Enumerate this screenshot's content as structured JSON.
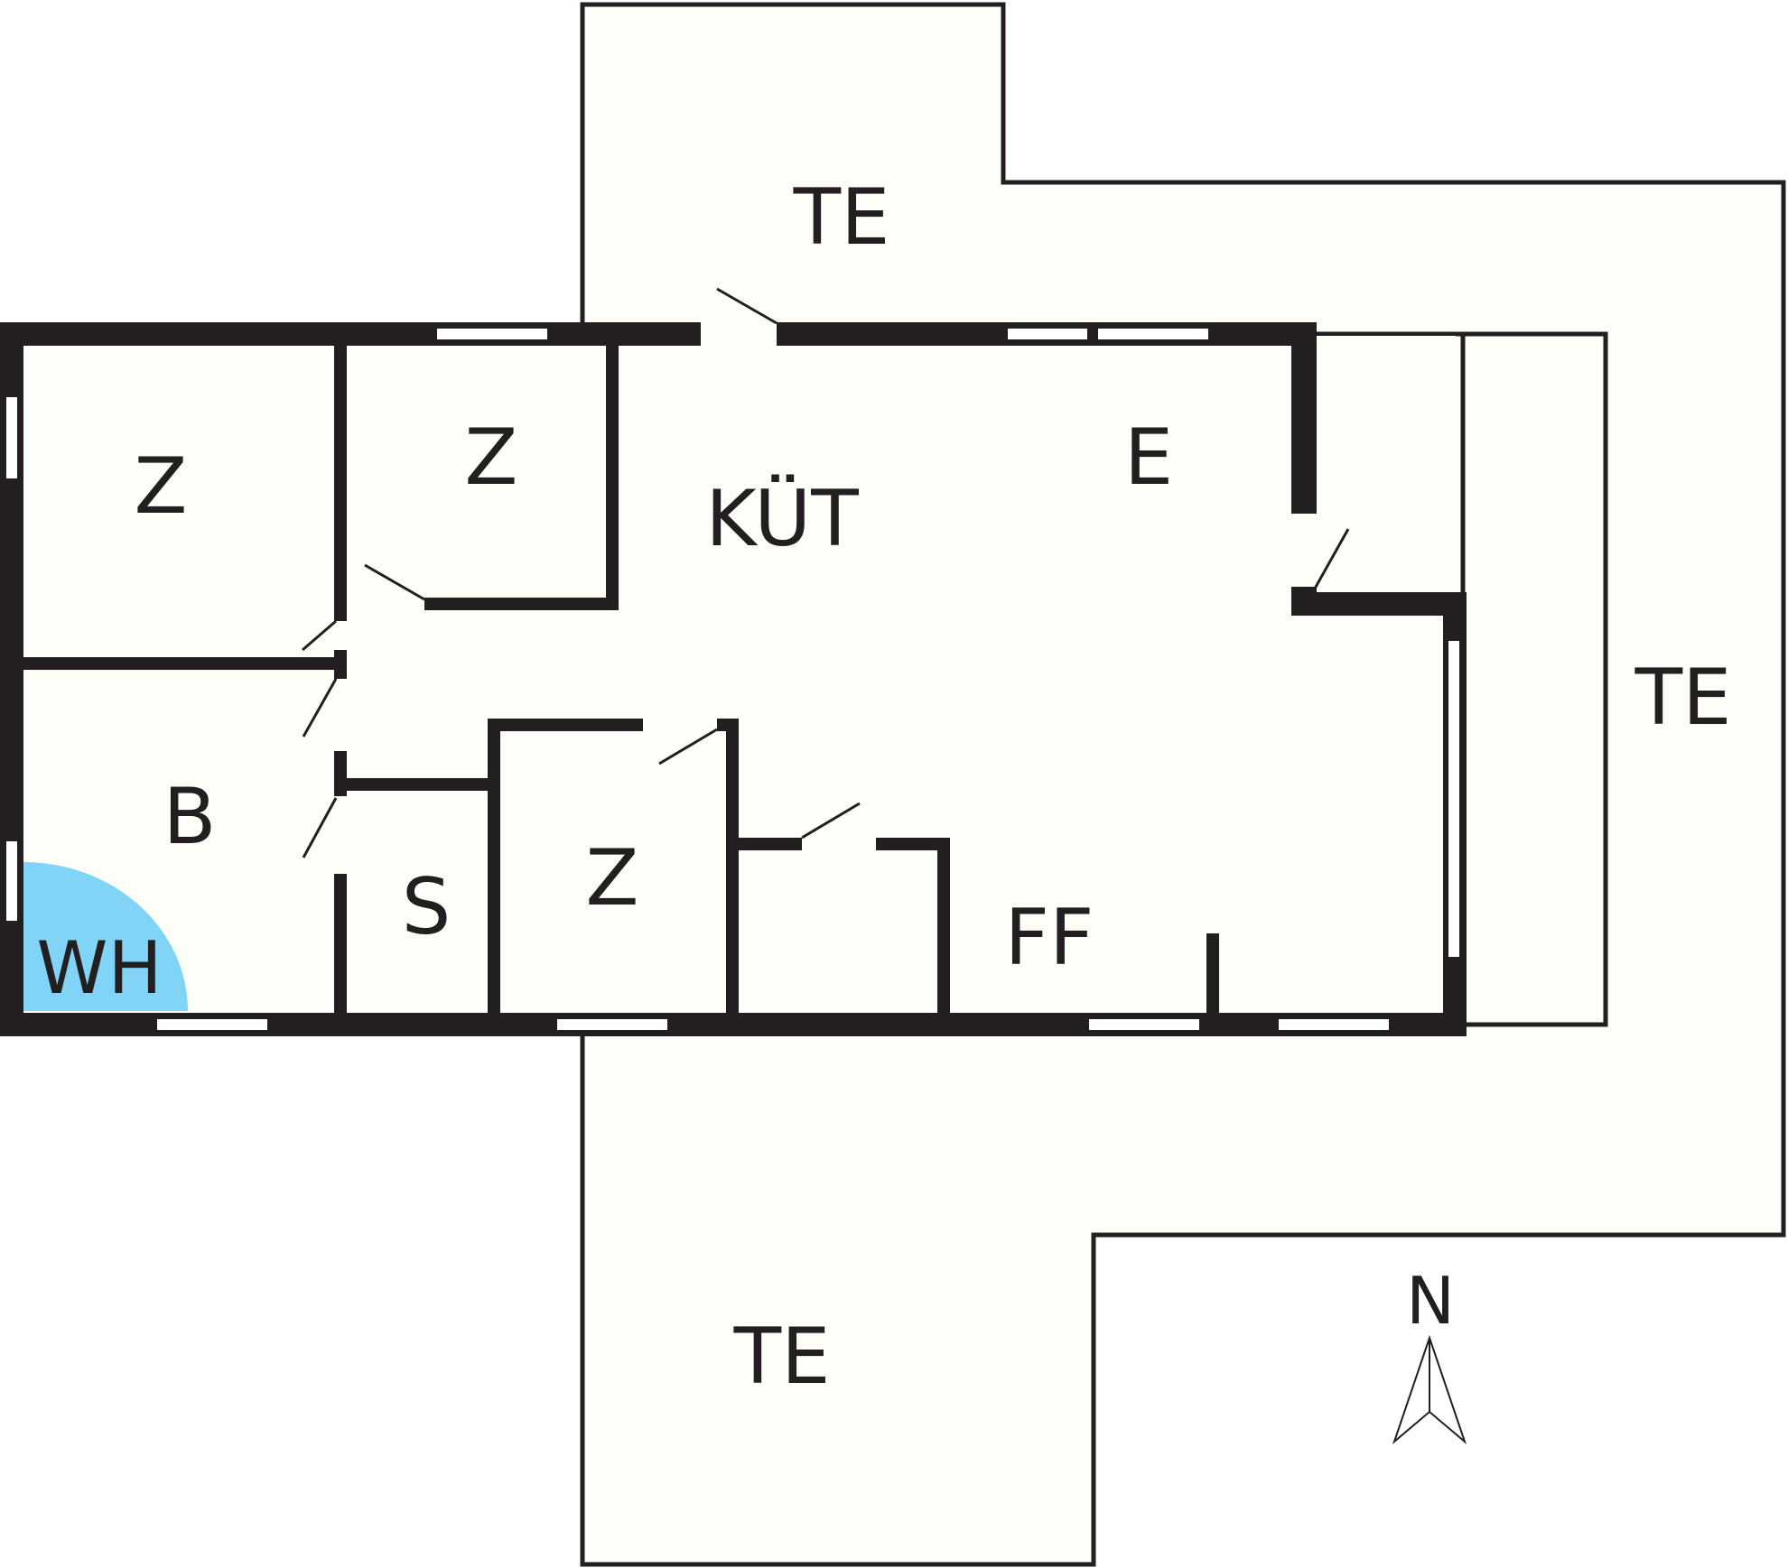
{
  "colors": {
    "wall": "#231f20",
    "floor": "#fefef9",
    "background": "#ffffff",
    "window": "#ffffff",
    "whirlpool": "#82d4f7"
  },
  "labels": {
    "terrace_north": "TE",
    "terrace_east": "TE",
    "terrace_south": "TE",
    "room_nw": "Z",
    "room_n": "Z",
    "kitchen": "KÜT",
    "dining": "E",
    "bath": "B",
    "whirlpool": "WH",
    "storage": "S",
    "room_s": "Z",
    "living": "FF",
    "north": "N"
  },
  "icons": {
    "compass": "north-arrow-icon",
    "whirlpool": "quarter-circle-whirlpool-icon"
  }
}
